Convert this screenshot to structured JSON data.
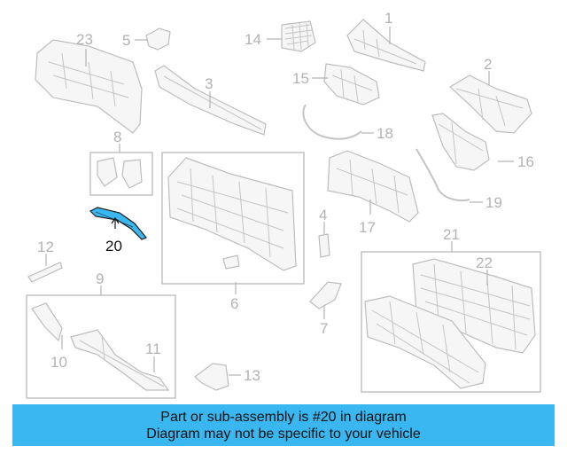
{
  "diagram": {
    "callouts": [
      {
        "id": "1",
        "label": "1"
      },
      {
        "id": "2",
        "label": "2"
      },
      {
        "id": "3",
        "label": "3"
      },
      {
        "id": "4",
        "label": "4"
      },
      {
        "id": "5",
        "label": "5"
      },
      {
        "id": "6",
        "label": "6"
      },
      {
        "id": "7",
        "label": "7"
      },
      {
        "id": "8",
        "label": "8"
      },
      {
        "id": "9",
        "label": "9"
      },
      {
        "id": "10",
        "label": "10"
      },
      {
        "id": "11",
        "label": "11"
      },
      {
        "id": "12",
        "label": "12"
      },
      {
        "id": "13",
        "label": "13"
      },
      {
        "id": "14",
        "label": "14"
      },
      {
        "id": "15",
        "label": "15"
      },
      {
        "id": "16",
        "label": "16"
      },
      {
        "id": "17",
        "label": "17"
      },
      {
        "id": "18",
        "label": "18"
      },
      {
        "id": "19",
        "label": "19"
      },
      {
        "id": "20",
        "label": "20"
      },
      {
        "id": "21",
        "label": "21"
      },
      {
        "id": "22",
        "label": "22"
      },
      {
        "id": "23",
        "label": "23"
      }
    ],
    "highlighted_part": "20",
    "highlight_color": "#3ab7f0"
  },
  "banner": {
    "line1": "Part or sub-assembly is #20 in diagram",
    "line2": "Diagram may not be specific to your vehicle",
    "background": "#3ab7f0"
  }
}
